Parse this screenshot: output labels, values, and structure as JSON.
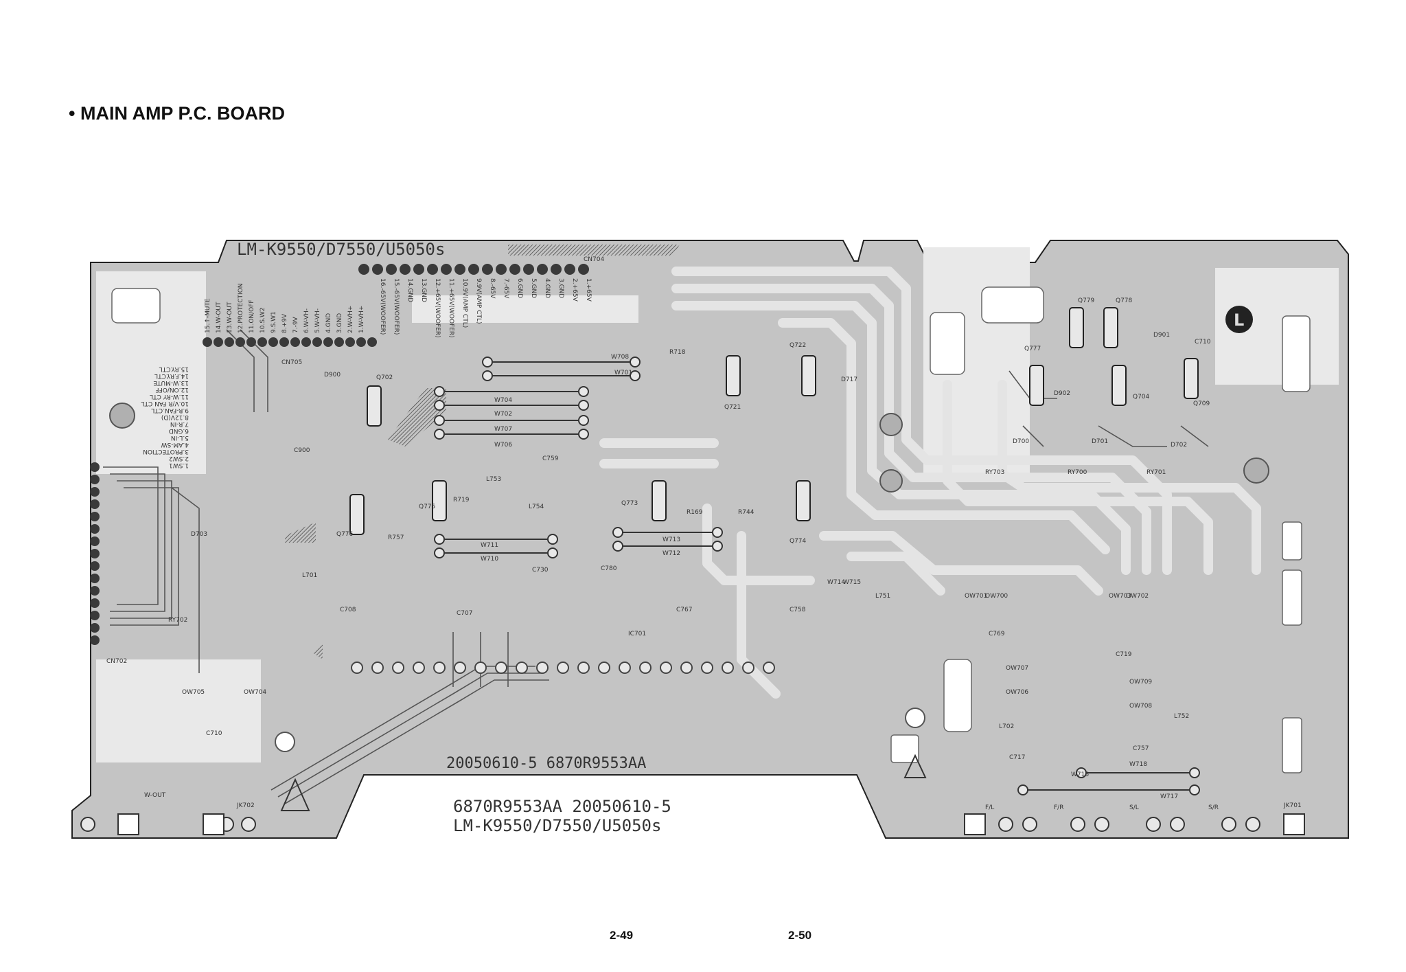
{
  "header": {
    "title": "• MAIN AMP P.C. BOARD"
  },
  "board": {
    "model_top": "LM-K9550/D7550/U5050s",
    "code_bottom": "20050610-5    6870R9553AA",
    "footer_line1": "6870R9553AA 20050610-5",
    "footer_line2": "LM-K9550/D7550/U5050s",
    "connectors": [
      "CN704",
      "CN705",
      "CN702",
      "JK702",
      "JK701"
    ],
    "cn705_pins": [
      "15.↑-MUTE",
      "14.W-OUT",
      "13.W-OUT",
      "12.PROTECTION",
      "11.ON/OFF",
      "10.S.W2",
      "9.S.W1",
      "8.+9V",
      "7.-9V",
      "6.W-VH-",
      "5.W-VH-",
      "4.GND",
      "3.GND",
      "2.W-VH+",
      "1.W-VH+"
    ],
    "cn704_pins": [
      "16.-65V(WOOFER)",
      "15.-65V(WOOFER)",
      "14.GND",
      "13.GND",
      "12.+65V(WOOFER)",
      "11.+65V(WOOFER)",
      "10.9V(AMP CTL)",
      "9.9V(AMP CTL)",
      "8.-65V",
      "7.-65V",
      "6.GND",
      "5.GND",
      "4.GND",
      "3.GND",
      "2.+65V",
      "1.+65V"
    ],
    "cn702_pins": [
      "15.RY.CTL",
      "14.F.RY.CTL",
      "13.W-MUTE",
      "12.ON/OFF",
      "11.W-RY CTL",
      "10.V/R FAN CTL",
      "9.R-FAN.CTL",
      "8.12V(D)",
      "7.R-IN",
      "6.GND",
      "5.L-IN",
      "4.AM-SW",
      "3.PROTECTION",
      "2.SW2",
      "1.SW1"
    ],
    "components": [
      "Q702",
      "D900",
      "C900",
      "D703",
      "RY702",
      "C710",
      "OW705",
      "OW704",
      "Q776",
      "Q775",
      "R757",
      "R719",
      "L701",
      "L753",
      "L754",
      "C759",
      "C708",
      "C707",
      "C730",
      "C780",
      "IC701",
      "W708",
      "W701",
      "W704",
      "W702",
      "W707",
      "W706",
      "W711",
      "W710",
      "W713",
      "W712",
      "R169",
      "R744",
      "Q773",
      "Q774",
      "C767",
      "C758",
      "R718",
      "Q721",
      "Q722",
      "D717",
      "W714",
      "W715",
      "L751",
      "OW701",
      "OW700",
      "C769",
      "OW707",
      "OW706",
      "L702",
      "C717",
      "W716",
      "W718",
      "W717",
      "OW703",
      "OW702",
      "C719",
      "OW709",
      "OW708",
      "L752",
      "C757",
      "Q777",
      "Q779",
      "Q778",
      "D901",
      "C710",
      "Q709",
      "D902",
      "Q704",
      "D700",
      "D701",
      "D702",
      "RY703",
      "RY700",
      "RY701",
      "F/L",
      "F/R",
      "S/L",
      "S/R",
      "W-OUT"
    ],
    "logo_char": "L"
  },
  "pages": {
    "left": "2-49",
    "right": "2-50"
  },
  "colors": {
    "copper": "#c4c4c4",
    "outline": "#222222",
    "trace_light": "#e8e8e8",
    "pad": "#4a4a4a"
  }
}
